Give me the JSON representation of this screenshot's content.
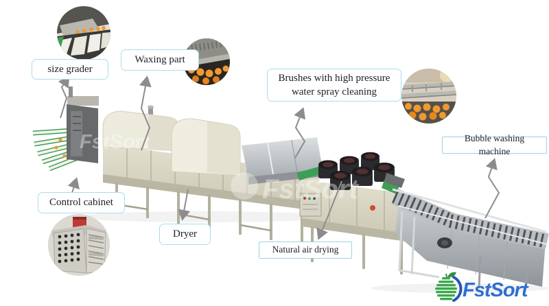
{
  "callouts": {
    "size_grader": "size grader",
    "waxing_part": "Waxing part",
    "brushes": "Brushes with high pressure water spray cleaning",
    "bubble_washing": "Bubble washing machine",
    "control_cabinet": "Control cabinet",
    "dryer": "Dryer",
    "natural_air_drying": "Natural air drying"
  },
  "watermarks": {
    "center": "FstSort",
    "left": "FstSort"
  },
  "logo": {
    "text": "FstSort"
  },
  "colors": {
    "label_border": "#aadced",
    "label_text": "#1c1f27",
    "arrow_gray": "#8c8c8c",
    "logo_blue": "#2e6fd0",
    "logo_green": "#3aa84a",
    "machine_cream": "#edebdc",
    "machine_beige": "#d9d6c4",
    "steel_gray": "#c2c6ca",
    "conveyor_green": "#3f9e55",
    "fruit_orange": "#f29a2e"
  }
}
